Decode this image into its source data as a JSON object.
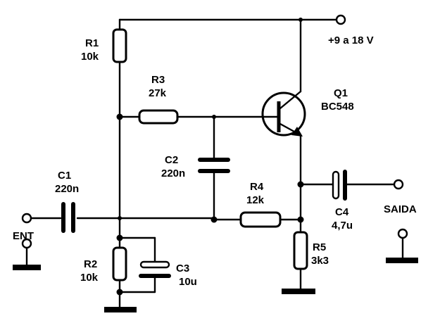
{
  "components": {
    "r1": {
      "name": "R1",
      "value": "10k"
    },
    "r2": {
      "name": "R2",
      "value": "10k"
    },
    "r3": {
      "name": "R3",
      "value": "27k"
    },
    "r4": {
      "name": "R4",
      "value": "12k"
    },
    "r5": {
      "name": "R5",
      "value": "3k3"
    },
    "c1": {
      "name": "C1",
      "value": "220n"
    },
    "c2": {
      "name": "C2",
      "value": "220n"
    },
    "c3": {
      "name": "C3",
      "value": "10u"
    },
    "c4": {
      "name": "C4",
      "value": "4,7u"
    },
    "q1": {
      "name": "Q1",
      "value": "BC548"
    }
  },
  "terminals": {
    "supply": "+9 a 18 V",
    "input": "ENT",
    "output": "SAIDA"
  }
}
